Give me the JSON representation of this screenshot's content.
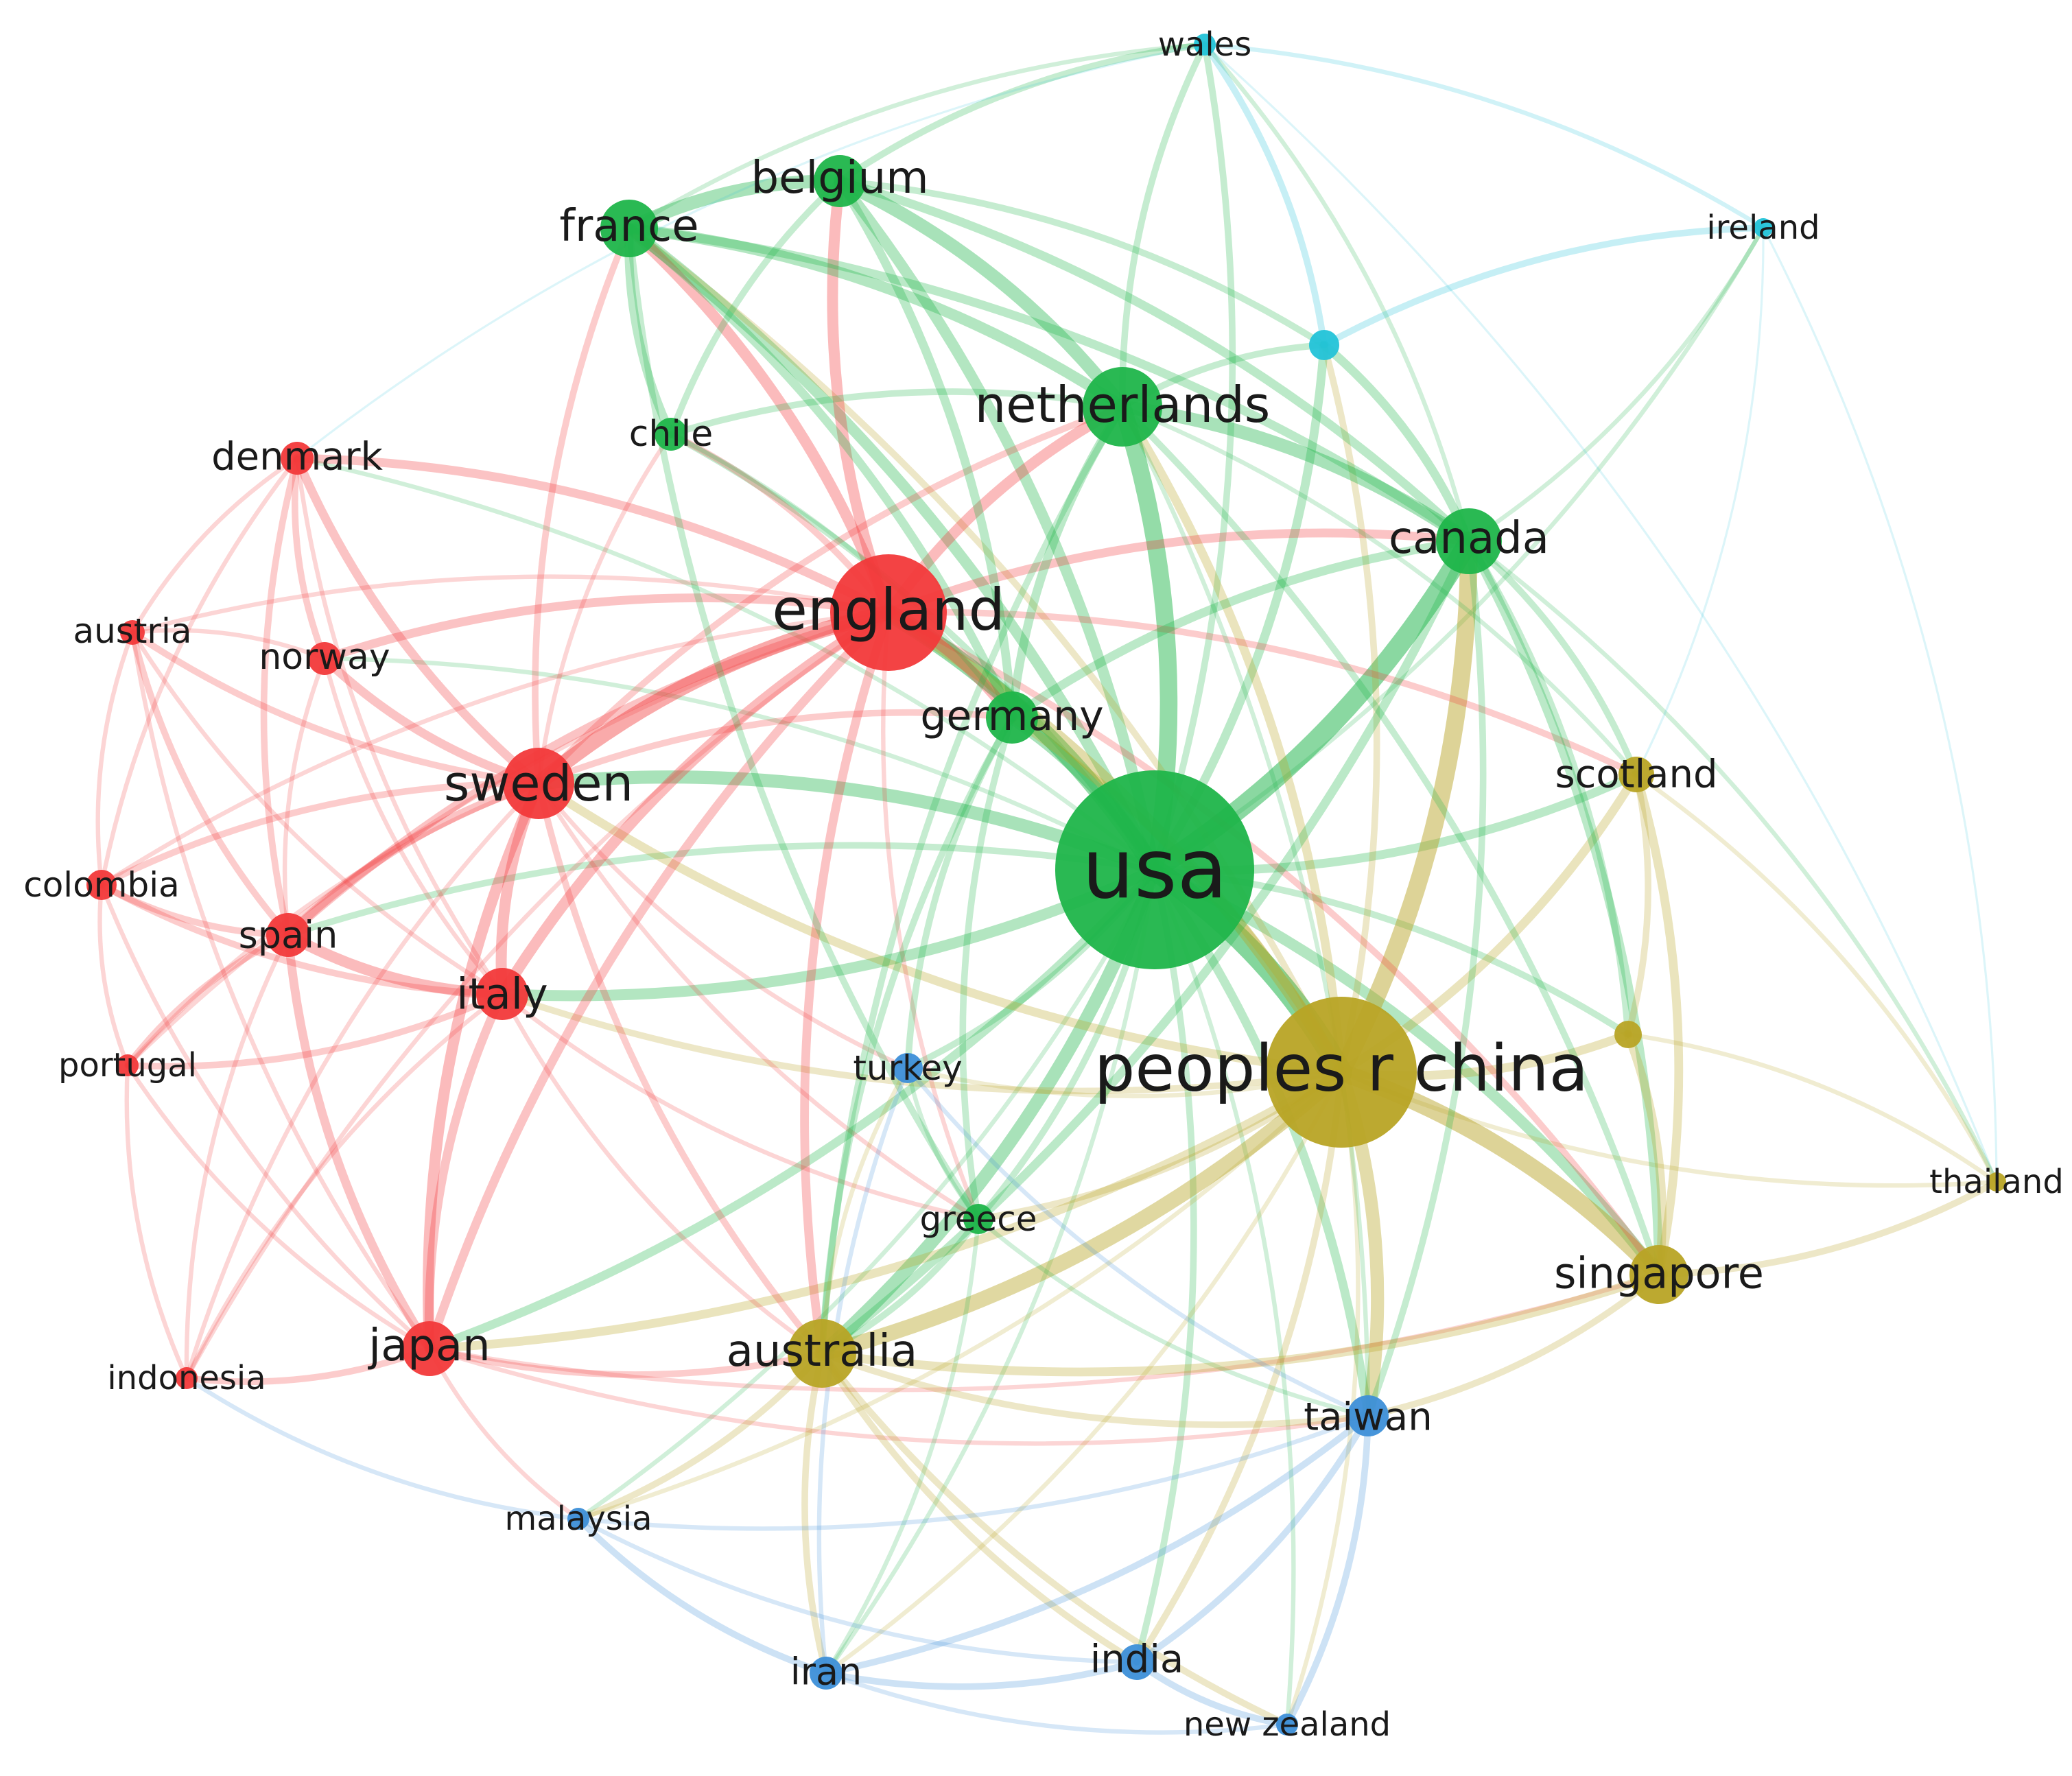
{
  "clusters": [
    {
      "id": "red",
      "color": "#f2393a"
    },
    {
      "id": "green",
      "color": "#1fb54a"
    },
    {
      "id": "olive",
      "color": "#b8a425"
    },
    {
      "id": "blue",
      "color": "#3d8fd8"
    },
    {
      "id": "cyan",
      "color": "#23c3d8"
    }
  ],
  "nodes": [
    {
      "id": "usa",
      "label": "usa",
      "cluster": "green",
      "weight": 100
    },
    {
      "id": "peoples-r-china",
      "label": "peoples r china",
      "cluster": "olive",
      "weight": 62
    },
    {
      "id": "england",
      "label": "england",
      "cluster": "red",
      "weight": 46
    },
    {
      "id": "sweden",
      "label": "sweden",
      "cluster": "red",
      "weight": 28
    },
    {
      "id": "netherlands",
      "label": "netherlands",
      "cluster": "green",
      "weight": 26
    },
    {
      "id": "canada",
      "label": "canada",
      "cluster": "green",
      "weight": 22
    },
    {
      "id": "australia",
      "label": "australia",
      "cluster": "olive",
      "weight": 20
    },
    {
      "id": "singapore",
      "label": "singapore",
      "cluster": "olive",
      "weight": 18
    },
    {
      "id": "japan",
      "label": "japan",
      "cluster": "red",
      "weight": 18
    },
    {
      "id": "italy",
      "label": "italy",
      "cluster": "red",
      "weight": 18
    },
    {
      "id": "france",
      "label": "france",
      "cluster": "green",
      "weight": 18
    },
    {
      "id": "belgium",
      "label": "belgium",
      "cluster": "green",
      "weight": 16
    },
    {
      "id": "germany",
      "label": "germany",
      "cluster": "green",
      "weight": 16
    },
    {
      "id": "spain",
      "label": "spain",
      "cluster": "red",
      "weight": 14
    },
    {
      "id": "taiwan",
      "label": "taiwan",
      "cluster": "blue",
      "weight": 14
    },
    {
      "id": "scotland",
      "label": "scotland",
      "cluster": "olive",
      "weight": 12
    },
    {
      "id": "denmark",
      "label": "denmark",
      "cluster": "red",
      "weight": 11
    },
    {
      "id": "norway",
      "label": "norway",
      "cluster": "red",
      "weight": 11
    },
    {
      "id": "chile",
      "label": "chile",
      "cluster": "green",
      "weight": 11
    },
    {
      "id": "greece",
      "label": "greece",
      "cluster": "green",
      "weight": 10
    },
    {
      "id": "turkey",
      "label": "turkey",
      "cluster": "blue",
      "weight": 10
    },
    {
      "id": "india",
      "label": "india",
      "cluster": "blue",
      "weight": 12
    },
    {
      "id": "iran",
      "label": "iran",
      "cluster": "blue",
      "weight": 11
    },
    {
      "id": "colombia",
      "label": "colombia",
      "cluster": "red",
      "weight": 10
    },
    {
      "id": "austria",
      "label": "austria",
      "cluster": "red",
      "weight": 9
    },
    {
      "id": "portugal",
      "label": "portugal",
      "cluster": "red",
      "weight": 8
    },
    {
      "id": "indonesia",
      "label": "indonesia",
      "cluster": "red",
      "weight": 8
    },
    {
      "id": "malaysia",
      "label": "malaysia",
      "cluster": "blue",
      "weight": 8
    },
    {
      "id": "new-zealand",
      "label": "new zealand",
      "cluster": "blue",
      "weight": 8
    },
    {
      "id": "thailand",
      "label": "thailand",
      "cluster": "olive",
      "weight": 7
    },
    {
      "id": "wales",
      "label": "wales",
      "cluster": "cyan",
      "weight": 8
    },
    {
      "id": "ireland",
      "label": "ireland",
      "cluster": "cyan",
      "weight": 7
    },
    {
      "id": "unlabeled-cyan",
      "label": "",
      "cluster": "cyan",
      "weight": 10
    },
    {
      "id": "unlabeled-olive",
      "label": "",
      "cluster": "olive",
      "weight": 9
    }
  ],
  "links": [
    [
      "usa",
      "peoples-r-china",
      10
    ],
    [
      "usa",
      "england",
      8
    ],
    [
      "usa",
      "netherlands",
      8
    ],
    [
      "usa",
      "canada",
      9
    ],
    [
      "usa",
      "germany",
      6
    ],
    [
      "usa",
      "sweden",
      6
    ],
    [
      "usa",
      "france",
      5
    ],
    [
      "usa",
      "belgium",
      5
    ],
    [
      "usa",
      "australia",
      6
    ],
    [
      "usa",
      "singapore",
      5
    ],
    [
      "usa",
      "japan",
      4
    ],
    [
      "usa",
      "italy",
      5
    ],
    [
      "usa",
      "taiwan",
      4
    ],
    [
      "usa",
      "scotland",
      4
    ],
    [
      "usa",
      "greece",
      3
    ],
    [
      "usa",
      "turkey",
      3
    ],
    [
      "usa",
      "india",
      3
    ],
    [
      "usa",
      "iran",
      2
    ],
    [
      "usa",
      "chile",
      3
    ],
    [
      "usa",
      "spain",
      3
    ],
    [
      "usa",
      "denmark",
      2
    ],
    [
      "usa",
      "norway",
      2
    ],
    [
      "usa",
      "unlabeled-cyan",
      4
    ],
    [
      "usa",
      "wales",
      3
    ],
    [
      "usa",
      "unlabeled-olive",
      3
    ],
    [
      "usa",
      "new-zealand",
      2
    ],
    [
      "usa",
      "malaysia",
      2
    ],
    [
      "usa",
      "ireland",
      2
    ],
    [
      "peoples-r-china",
      "canada",
      8
    ],
    [
      "peoples-r-china",
      "singapore",
      8
    ],
    [
      "peoples-r-china",
      "australia",
      7
    ],
    [
      "peoples-r-china",
      "england",
      6
    ],
    [
      "peoples-r-china",
      "taiwan",
      6
    ],
    [
      "peoples-r-china",
      "netherlands",
      4
    ],
    [
      "peoples-r-china",
      "scotland",
      4
    ],
    [
      "peoples-r-china",
      "germany",
      4
    ],
    [
      "peoples-r-china",
      "japan",
      4
    ],
    [
      "peoples-r-china",
      "sweden",
      4
    ],
    [
      "peoples-r-china",
      "italy",
      3
    ],
    [
      "peoples-r-china",
      "unlabeled-olive",
      4
    ],
    [
      "peoples-r-china",
      "thailand",
      2
    ],
    [
      "peoples-r-china",
      "india",
      3
    ],
    [
      "peoples-r-china",
      "iran",
      2
    ],
    [
      "peoples-r-china",
      "greece",
      3
    ],
    [
      "peoples-r-china",
      "turkey",
      2
    ],
    [
      "peoples-r-china",
      "new-zealand",
      2
    ],
    [
      "peoples-r-china",
      "malaysia",
      2
    ],
    [
      "peoples-r-china",
      "france",
      3
    ],
    [
      "peoples-r-china",
      "unlabeled-cyan",
      3
    ],
    [
      "england",
      "sweden",
      7
    ],
    [
      "england",
      "netherlands",
      5
    ],
    [
      "england",
      "france",
      5
    ],
    [
      "england",
      "belgium",
      5
    ],
    [
      "england",
      "germany",
      5
    ],
    [
      "england",
      "italy",
      5
    ],
    [
      "england",
      "spain",
      4
    ],
    [
      "england",
      "denmark",
      4
    ],
    [
      "england",
      "norway",
      4
    ],
    [
      "england",
      "japan",
      4
    ],
    [
      "england",
      "canada",
      4
    ],
    [
      "england",
      "australia",
      4
    ],
    [
      "england",
      "chile",
      3
    ],
    [
      "england",
      "austria",
      2
    ],
    [
      "england",
      "colombia",
      2
    ],
    [
      "england",
      "greece",
      2
    ],
    [
      "england",
      "scotland",
      3
    ],
    [
      "england",
      "singapore",
      3
    ],
    [
      "england",
      "portugal",
      2
    ],
    [
      "england",
      "indonesia",
      2
    ],
    [
      "sweden",
      "italy",
      5
    ],
    [
      "sweden",
      "spain",
      4
    ],
    [
      "sweden",
      "japan",
      5
    ],
    [
      "sweden",
      "denmark",
      4
    ],
    [
      "sweden",
      "norway",
      4
    ],
    [
      "sweden",
      "austria",
      3
    ],
    [
      "sweden",
      "colombia",
      3
    ],
    [
      "sweden",
      "portugal",
      2
    ],
    [
      "sweden",
      "indonesia",
      2
    ],
    [
      "sweden",
      "france",
      3
    ],
    [
      "sweden",
      "germany",
      3
    ],
    [
      "sweden",
      "netherlands",
      3
    ],
    [
      "sweden",
      "australia",
      3
    ],
    [
      "sweden",
      "greece",
      2
    ],
    [
      "sweden",
      "turkey",
      2
    ],
    [
      "sweden",
      "chile",
      2
    ],
    [
      "italy",
      "spain",
      5
    ],
    [
      "italy",
      "japan",
      4
    ],
    [
      "italy",
      "colombia",
      3
    ],
    [
      "italy",
      "portugal",
      3
    ],
    [
      "italy",
      "austria",
      2
    ],
    [
      "italy",
      "denmark",
      2
    ],
    [
      "italy",
      "norway",
      2
    ],
    [
      "italy",
      "indonesia",
      2
    ],
    [
      "italy",
      "greece",
      2
    ],
    [
      "italy",
      "australia",
      2
    ],
    [
      "japan",
      "spain",
      4
    ],
    [
      "japan",
      "indonesia",
      3
    ],
    [
      "japan",
      "colombia",
      2
    ],
    [
      "japan",
      "portugal",
      2
    ],
    [
      "japan",
      "australia",
      3
    ],
    [
      "japan",
      "malaysia",
      2
    ],
    [
      "japan",
      "taiwan",
      2
    ],
    [
      "japan",
      "austria",
      2
    ],
    [
      "japan",
      "singapore",
      2
    ],
    [
      "spain",
      "colombia",
      3
    ],
    [
      "spain",
      "portugal",
      3
    ],
    [
      "spain",
      "austria",
      3
    ],
    [
      "spain",
      "denmark",
      3
    ],
    [
      "spain",
      "norway",
      2
    ],
    [
      "spain",
      "indonesia",
      2
    ],
    [
      "denmark",
      "norway",
      3
    ],
    [
      "denmark",
      "austria",
      2
    ],
    [
      "denmark",
      "colombia",
      2
    ],
    [
      "austria",
      "colombia",
      2
    ],
    [
      "austria",
      "norway",
      2
    ],
    [
      "colombia",
      "portugal",
      2
    ],
    [
      "portugal",
      "indonesia",
      2
    ],
    [
      "netherlands",
      "belgium",
      6
    ],
    [
      "netherlands",
      "france",
      5
    ],
    [
      "netherlands",
      "canada",
      6
    ],
    [
      "netherlands",
      "germany",
      4
    ],
    [
      "netherlands",
      "chile",
      3
    ],
    [
      "netherlands",
      "unlabeled-cyan",
      3
    ],
    [
      "netherlands",
      "wales",
      3
    ],
    [
      "netherlands",
      "australia",
      3
    ],
    [
      "netherlands",
      "singapore",
      3
    ],
    [
      "netherlands",
      "scotland",
      2
    ],
    [
      "netherlands",
      "taiwan",
      2
    ],
    [
      "france",
      "belgium",
      6
    ],
    [
      "france",
      "chile",
      4
    ],
    [
      "france",
      "germany",
      4
    ],
    [
      "france",
      "canada",
      4
    ],
    [
      "france",
      "greece",
      3
    ],
    [
      "france",
      "wales",
      2
    ],
    [
      "belgium",
      "germany",
      4
    ],
    [
      "belgium",
      "canada",
      4
    ],
    [
      "belgium",
      "chile",
      3
    ],
    [
      "belgium",
      "wales",
      3
    ],
    [
      "belgium",
      "unlabeled-cyan",
      3
    ],
    [
      "canada",
      "germany",
      4
    ],
    [
      "canada",
      "scotland",
      3
    ],
    [
      "canada",
      "unlabeled-cyan",
      4
    ],
    [
      "canada",
      "singapore",
      4
    ],
    [
      "canada",
      "australia",
      4
    ],
    [
      "canada",
      "taiwan",
      3
    ],
    [
      "canada",
      "unlabeled-olive",
      3
    ],
    [
      "canada",
      "thailand",
      2
    ],
    [
      "canada",
      "wales",
      2
    ],
    [
      "canada",
      "ireland",
      2
    ],
    [
      "germany",
      "greece",
      3
    ],
    [
      "germany",
      "turkey",
      3
    ],
    [
      "germany",
      "chile",
      2
    ],
    [
      "germany",
      "australia",
      3
    ],
    [
      "greece",
      "turkey",
      2
    ],
    [
      "greece",
      "australia",
      3
    ],
    [
      "greece",
      "taiwan",
      2
    ],
    [
      "greece",
      "iran",
      2
    ],
    [
      "australia",
      "singapore",
      4
    ],
    [
      "australia",
      "taiwan",
      3
    ],
    [
      "australia",
      "iran",
      3
    ],
    [
      "australia",
      "india",
      3
    ],
    [
      "australia",
      "malaysia",
      3
    ],
    [
      "australia",
      "new-zealand",
      3
    ],
    [
      "australia",
      "turkey",
      2
    ],
    [
      "singapore",
      "scotland",
      4
    ],
    [
      "singapore",
      "unlabeled-olive",
      4
    ],
    [
      "singapore",
      "thailand",
      3
    ],
    [
      "singapore",
      "taiwan",
      3
    ],
    [
      "scotland",
      "unlabeled-olive",
      3
    ],
    [
      "scotland",
      "thailand",
      2
    ],
    [
      "thailand",
      "unlabeled-olive",
      2
    ],
    [
      "taiwan",
      "india",
      3
    ],
    [
      "taiwan",
      "iran",
      3
    ],
    [
      "taiwan",
      "new-zealand",
      3
    ],
    [
      "taiwan",
      "malaysia",
      2
    ],
    [
      "taiwan",
      "turkey",
      2
    ],
    [
      "india",
      "iran",
      3
    ],
    [
      "india",
      "new-zealand",
      3
    ],
    [
      "india",
      "malaysia",
      2
    ],
    [
      "iran",
      "malaysia",
      3
    ],
    [
      "iran",
      "new-zealand",
      2
    ],
    [
      "iran",
      "turkey",
      2
    ],
    [
      "malaysia",
      "indonesia",
      2
    ],
    [
      "wales",
      "unlabeled-cyan",
      3
    ],
    [
      "wales",
      "ireland",
      2
    ],
    [
      "unlabeled-cyan",
      "ireland",
      3
    ],
    [
      "ireland",
      "thailand",
      1
    ],
    [
      "wales",
      "thailand",
      1
    ],
    [
      "wales",
      "denmark",
      1
    ],
    [
      "ireland",
      "scotland",
      1
    ]
  ]
}
